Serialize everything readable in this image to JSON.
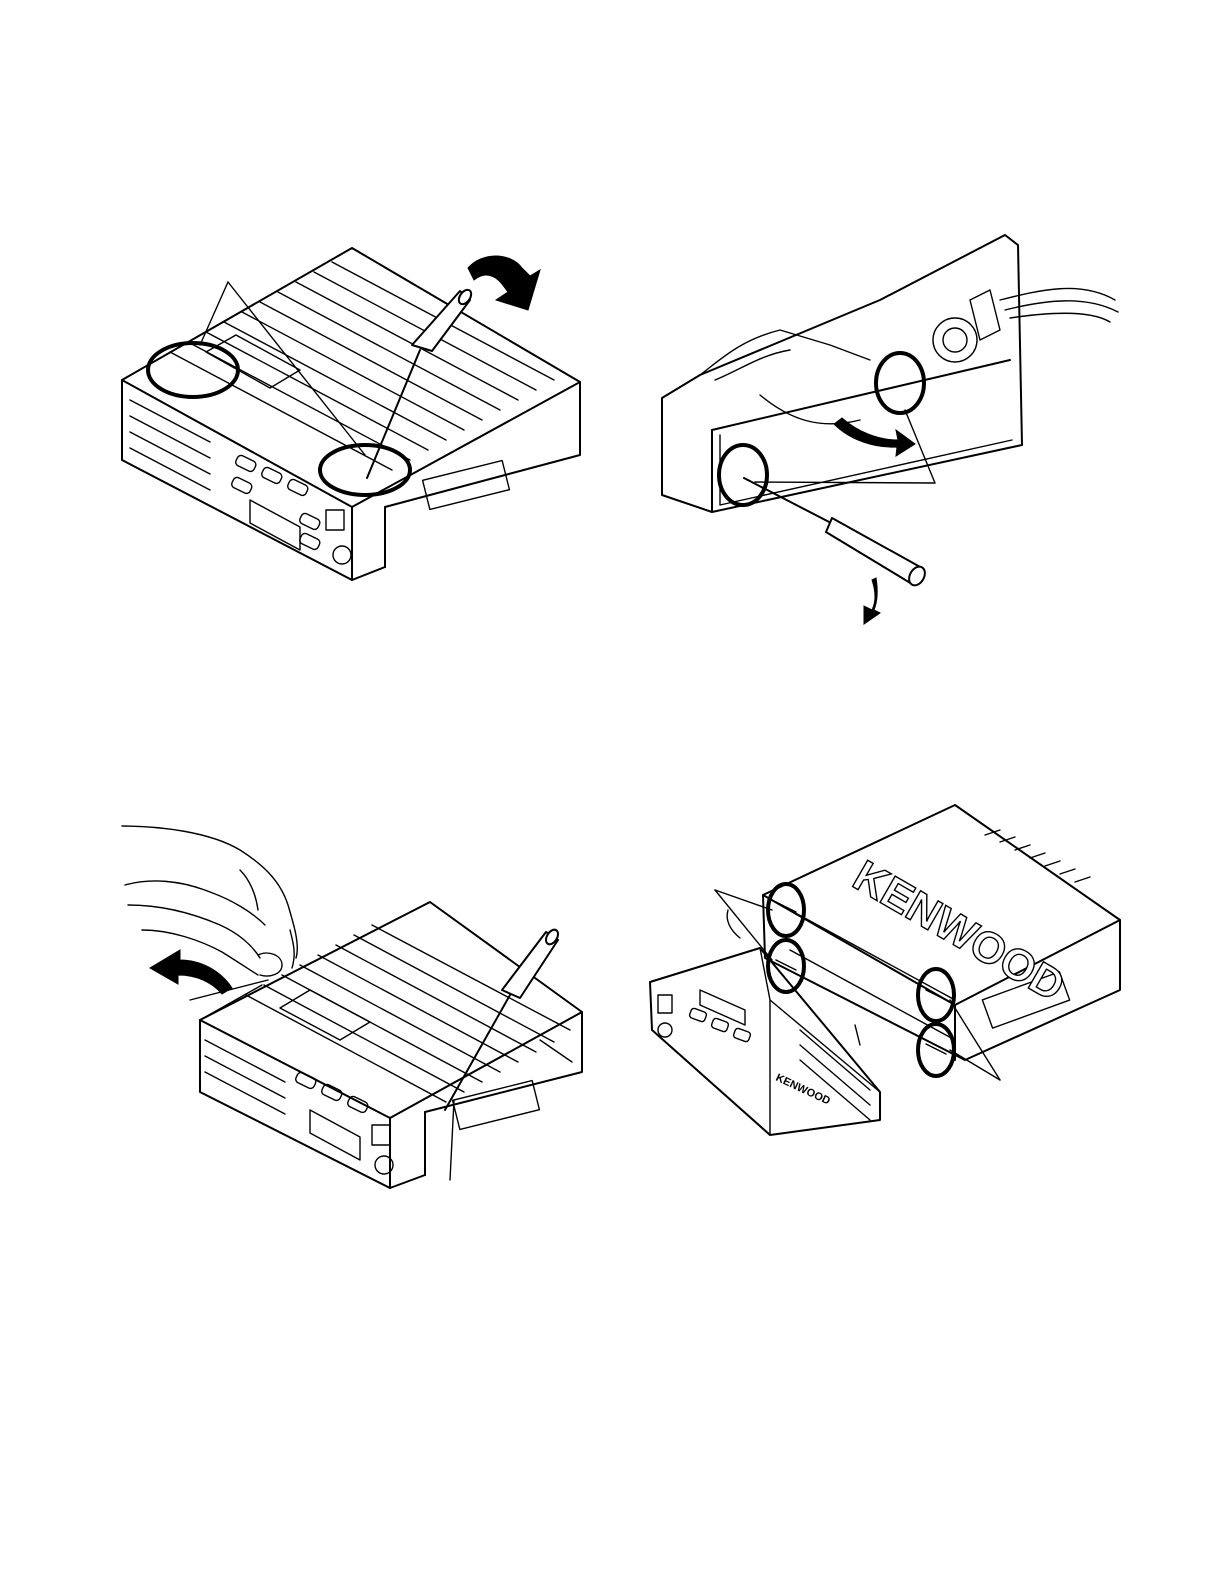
{
  "brand": {
    "large_logo": "KENWOOD",
    "panel_logo": "KENWOOD"
  },
  "figures": [
    {
      "id": "fig-a",
      "subject": "radio-top-view-with-screwdriver"
    },
    {
      "id": "fig-b",
      "subject": "front-panel-rear-view-with-screwdriver"
    },
    {
      "id": "fig-c",
      "subject": "radio-top-view-hand-lifting-panel"
    },
    {
      "id": "fig-d",
      "subject": "front-panel-removed-from-chassis"
    }
  ]
}
